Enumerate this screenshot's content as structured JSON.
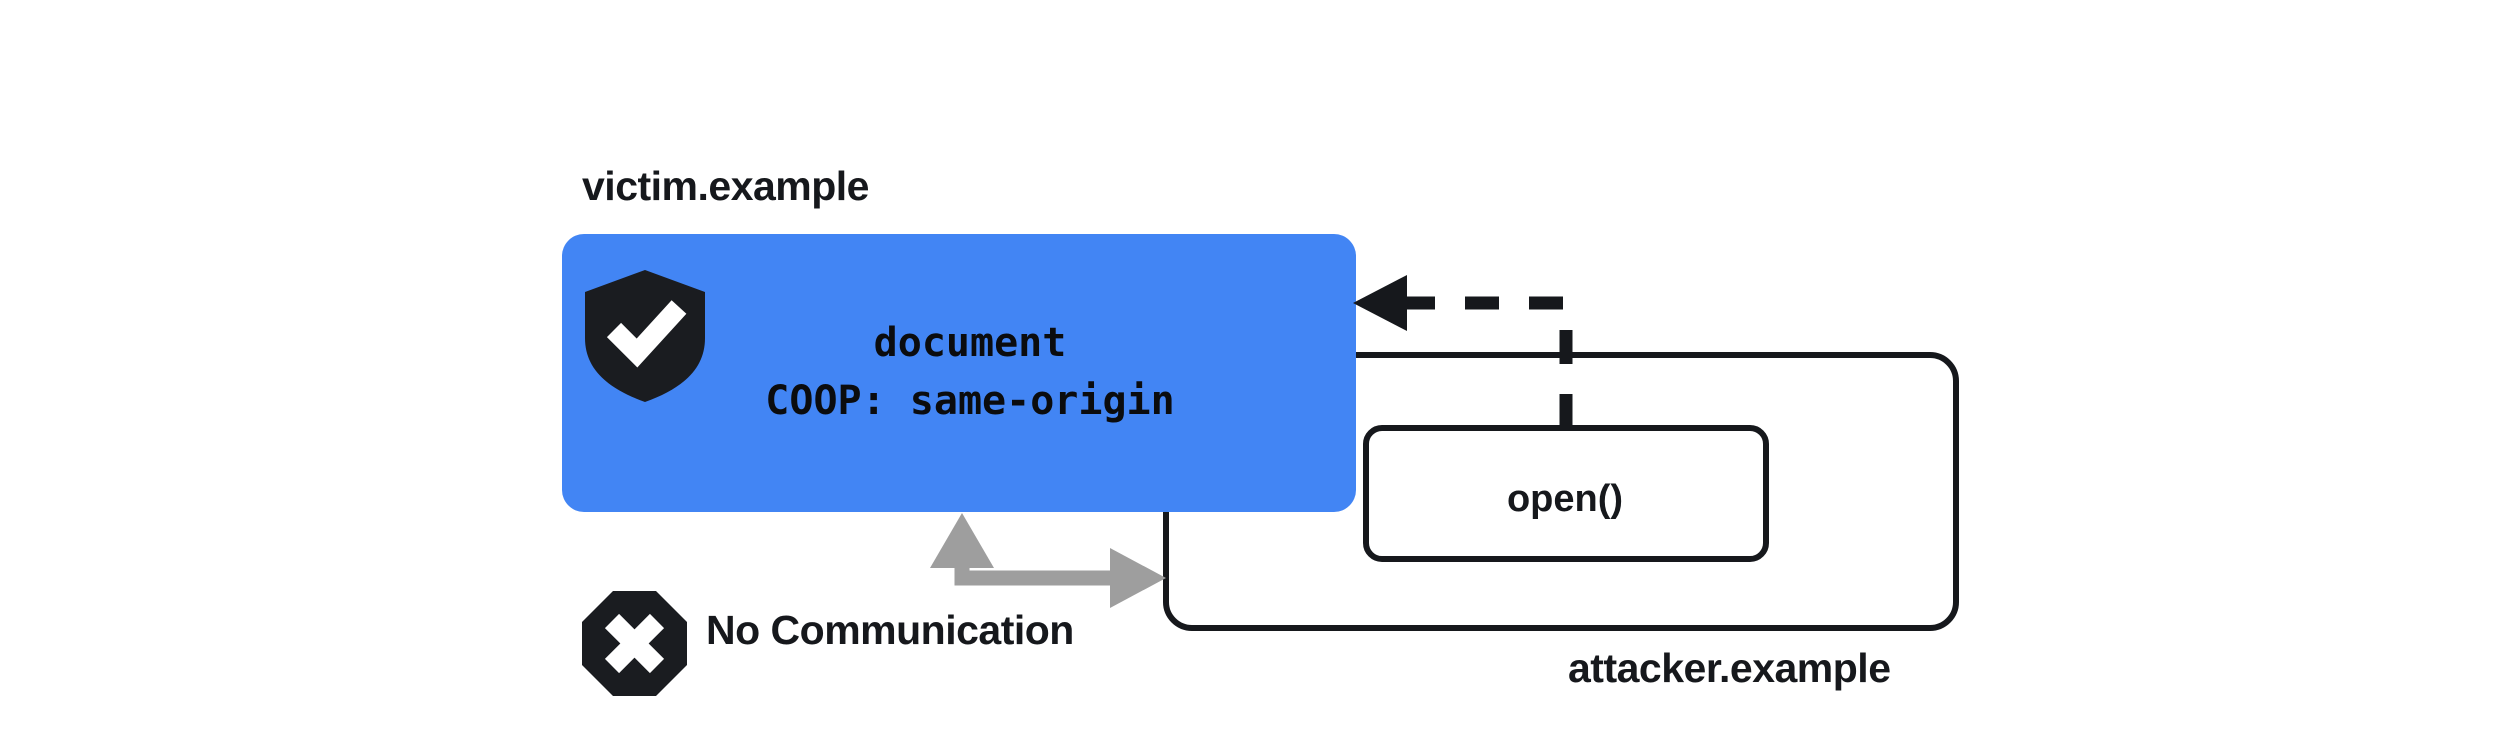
{
  "diagram": {
    "title_victim": "victim.example",
    "title_attacker": "attacker.example",
    "colors": {
      "victim_box_fill": "#4285F4",
      "stroke_black": "#16181c",
      "arrow_gray": "#9e9e9e",
      "icon_dark": "#1a1c20",
      "background": "#ffffff"
    },
    "victim": {
      "label": "victim.example",
      "shield_icon": "shield-check-icon",
      "document_text": "document",
      "coop_header_text": "COOP: same-origin"
    },
    "attacker": {
      "label": "attacker.example",
      "open_call_label": "open()"
    },
    "annotations": {
      "no_communication_label": "No Communication",
      "no_communication_icon": "octagon-x-icon",
      "open_arrow_style": "dashed",
      "no_communication_arrow_style": "solid-gray-double-headed"
    }
  }
}
